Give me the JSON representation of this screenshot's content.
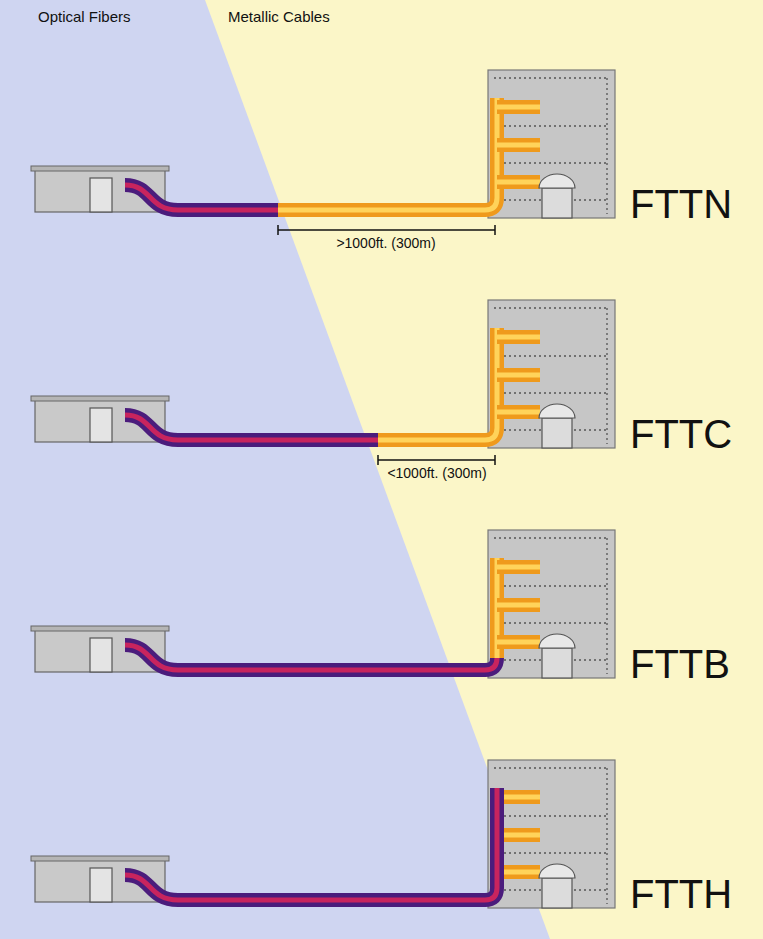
{
  "diagram": {
    "labels": [
      "Optical Fibers",
      "Metallic Cables",
      "FTTN",
      ">1000ft. (300m)",
      "FTTC",
      "<1000ft. (300m)",
      "FTTB",
      "FTTH"
    ]
  }
}
